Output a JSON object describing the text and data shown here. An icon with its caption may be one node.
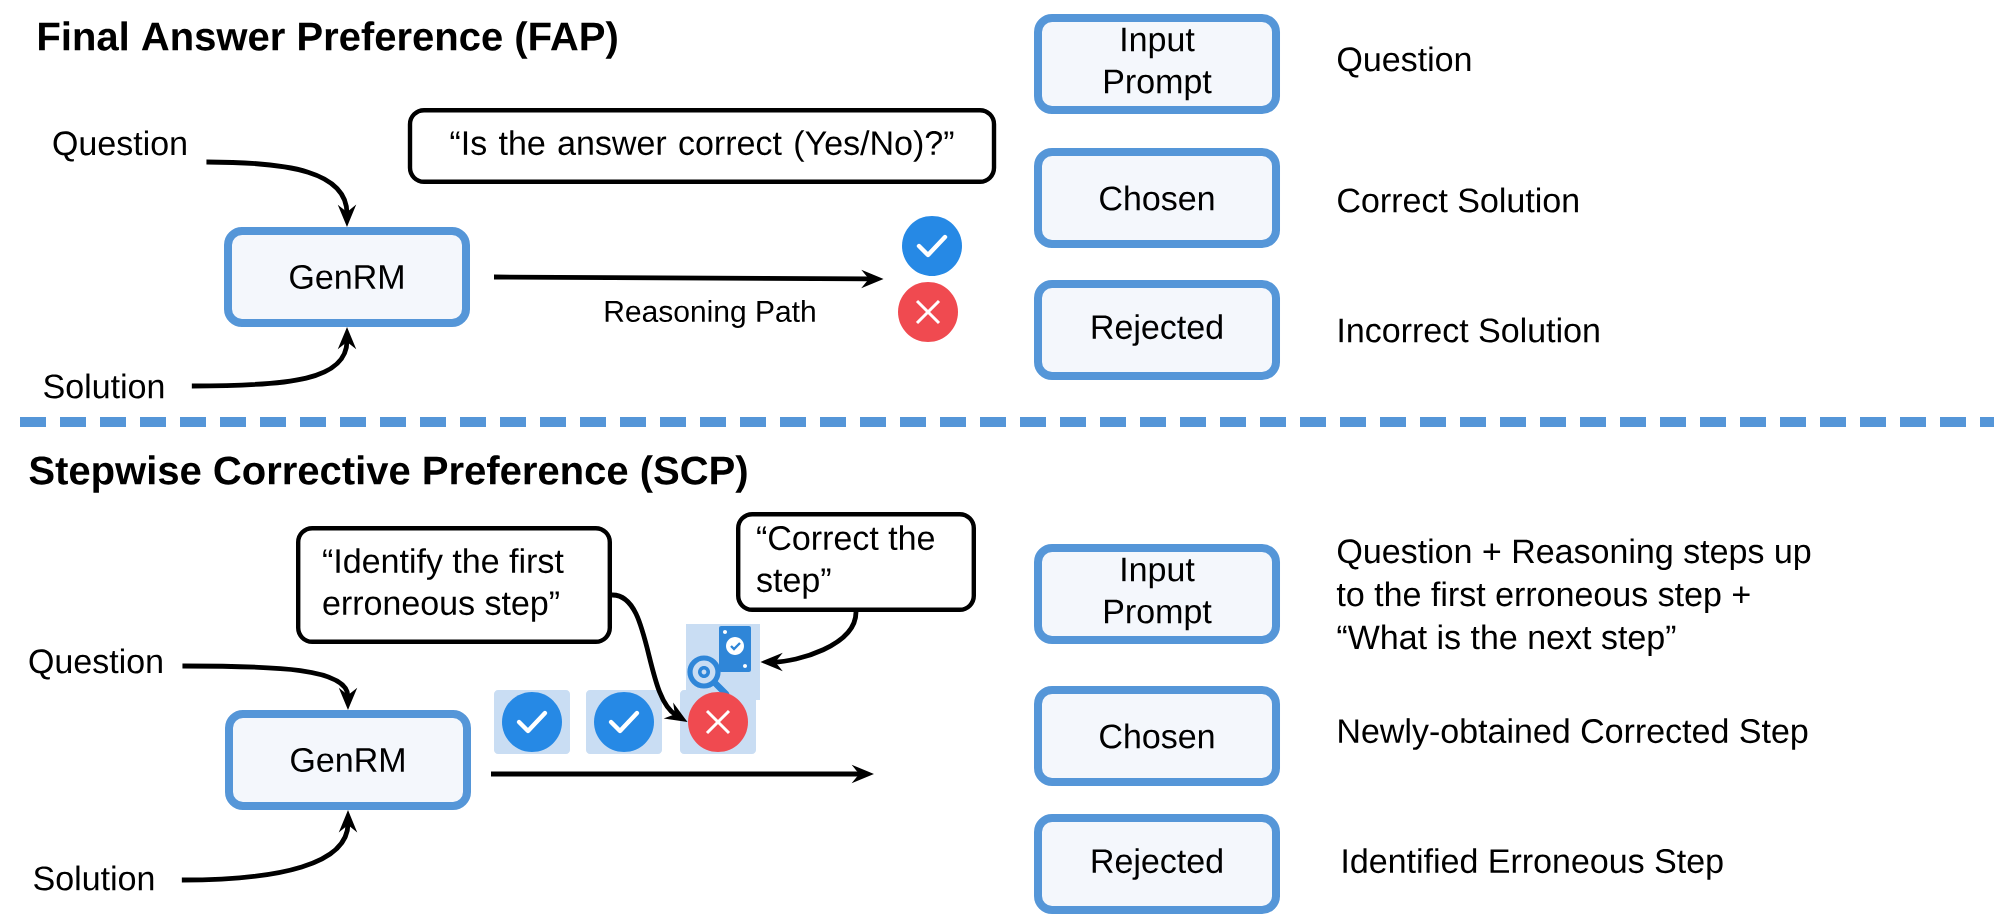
{
  "diagram": {
    "nodes": [
      {
        "text": [
          "Question"
        ]
      },
      {
        "text": [
          "“Is the answer correct (Yes/No)?”"
        ]
      },
      {
        "text": [
          "GenRM"
        ]
      },
      {
        "text": [],
        "shape": "picture"
      },
      {
        "text": [
          "Solution"
        ]
      },
      {
        "text": [
          "Input Prompt"
        ],
        "beside": [
          "Question"
        ]
      },
      {
        "text": [
          "Chosen"
        ],
        "beside": [
          "Correct Solution"
        ]
      },
      {
        "text": [
          "Rejected"
        ],
        "beside": [
          "Incorrect Solution"
        ]
      },
      {
        "text": [
          "“Identify the first erroneous step”"
        ]
      },
      {
        "text": [
          "“Correct the step”"
        ]
      },
      {
        "text": [],
        "shape": "picture"
      },
      {
        "text": [
          "Question"
        ]
      },
      {
        "text": [],
        "shape": "circle"
      },
      {
        "text": [
          "GenRM"
        ]
      },
      {
        "text": [
          "Solution"
        ]
      },
      {
        "text": [
          "Input Prompt"
        ],
        "beside": [
          "Question + Reasoning steps up to the first erroneous step + “What is the next step”"
        ]
      },
      {
        "text": [
          "Chosen"
        ],
        "beside": [
          "Newly-obtained Corrected Step"
        ]
      },
      {
        "text": [
          "Rejected"
        ],
        "beside": [
          "Identified Erroneous Step"
        ]
      }
    ],
    "edges": [
      {
        "from": 0,
        "to": 2,
        "arrow": "to"
      },
      {
        "from": 4,
        "to": 2,
        "arrow": "to"
      },
      {
        "from": 2,
        "to": 3,
        "arrow": "to",
        "label": "Reasoning Path"
      },
      {
        "from": 11,
        "to": 13,
        "arrow": "to"
      },
      {
        "from": 14,
        "to": 13,
        "arrow": "to"
      },
      {
        "from": 13,
        "to": null,
        "arrow": "to"
      },
      {
        "from": 8,
        "to": 12,
        "arrow": "to"
      },
      {
        "from": 9,
        "to": 10,
        "arrow": "to"
      }
    ],
    "labels": [
      "Final Answer Preference (FAP)",
      "Stepwise Corrective Preference (SCP)"
    ]
  }
}
